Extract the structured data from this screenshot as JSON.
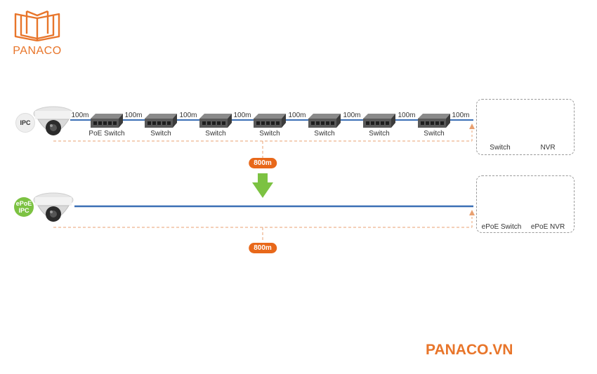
{
  "brand": {
    "logo_text": "PANACO",
    "footer_text": "PANACO.VN",
    "color": "#e8752a"
  },
  "top_row": {
    "camera_label": "IPC",
    "segments": [
      "100m",
      "100m",
      "100m",
      "100m",
      "100m",
      "100m",
      "100m",
      "100m"
    ],
    "devices": [
      "PoE Switch",
      "Switch",
      "Switch",
      "Switch",
      "Switch",
      "Switch",
      "Switch"
    ],
    "destination": [
      "Switch",
      "NVR"
    ],
    "total_distance": "800m"
  },
  "bottom_row": {
    "camera_label": "ePoE IPC",
    "destination": [
      "ePoE Switch",
      "ePoE NVR"
    ],
    "total_distance": "800m"
  },
  "colors": {
    "cable": "#3b6fb5",
    "dashed": "#e9a070",
    "badge": "#e8681a",
    "arrow": "#7cc242",
    "epoe_badge": "#7cc242"
  }
}
